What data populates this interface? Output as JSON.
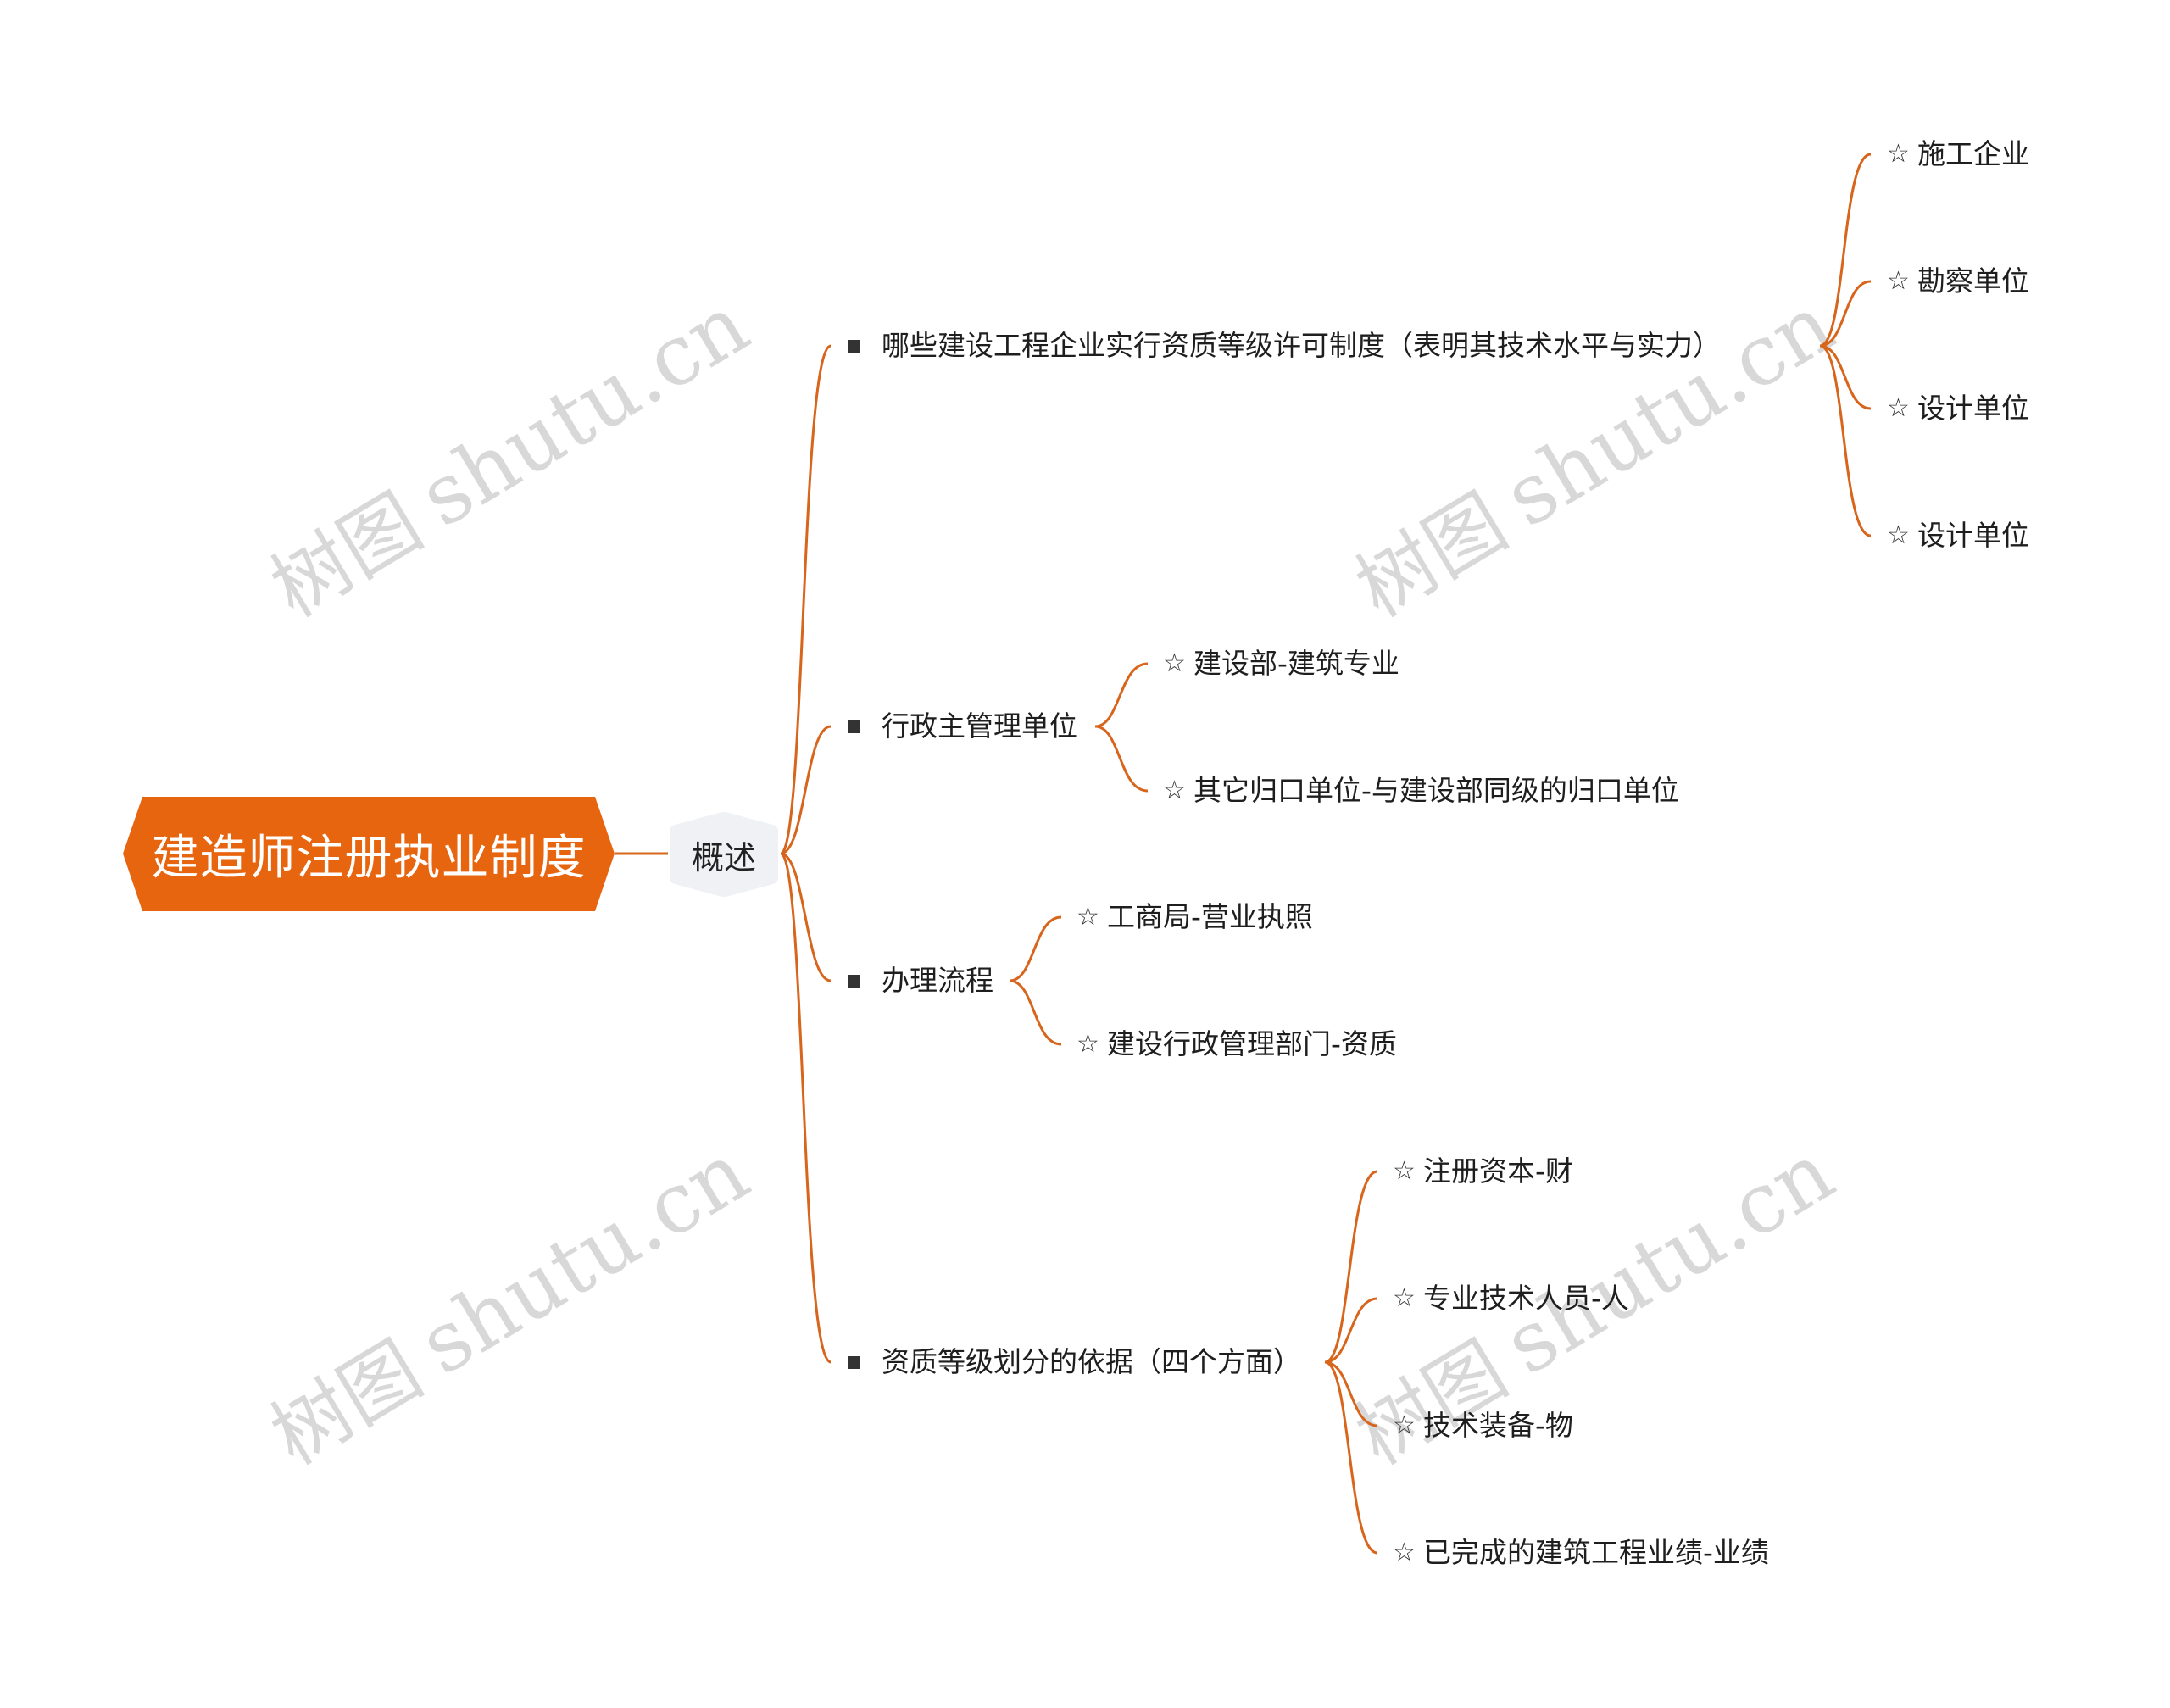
{
  "title": "建造师注册执业制度",
  "colors": {
    "root_fill": "#E8650F",
    "root_text": "#FFFFFF",
    "sub_fill": "#EFF1F4",
    "link": "#D7651C",
    "text": "#1E1E1E",
    "watermark": "#D8D8D8"
  },
  "watermark": {
    "cn": "树图",
    "en": "shutu.cn"
  },
  "root": {
    "label": "建造师注册执业制度"
  },
  "subtopic": {
    "label": "概述",
    "children": [
      {
        "label": "哪些建设工程企业实行资质等级许可制度（表明其技术水平与实力）",
        "icon": "square-bullet-icon",
        "children": [
          {
            "label": "施工企业",
            "icon": "star-outline-icon"
          },
          {
            "label": "勘察单位",
            "icon": "star-outline-icon"
          },
          {
            "label": "设计单位",
            "icon": "star-outline-icon"
          },
          {
            "label": "设计单位",
            "icon": "star-outline-icon"
          }
        ]
      },
      {
        "label": "行政主管理单位",
        "icon": "square-bullet-icon",
        "children": [
          {
            "label": "建设部-建筑专业",
            "icon": "star-outline-icon"
          },
          {
            "label": "其它归口单位-与建设部同级的归口单位",
            "icon": "star-outline-icon"
          }
        ]
      },
      {
        "label": "办理流程",
        "icon": "square-bullet-icon",
        "children": [
          {
            "label": "工商局-营业执照",
            "icon": "star-outline-icon"
          },
          {
            "label": "建设行政管理部门-资质",
            "icon": "star-outline-icon"
          }
        ]
      },
      {
        "label": "资质等级划分的依据（四个方面）",
        "icon": "square-bullet-icon",
        "children": [
          {
            "label": "注册资本-财",
            "icon": "star-outline-icon"
          },
          {
            "label": "专业技术人员-人",
            "icon": "star-outline-icon"
          },
          {
            "label": "技术装备-物",
            "icon": "star-outline-icon"
          },
          {
            "label": "已完成的建筑工程业绩-业绩",
            "icon": "star-outline-icon"
          }
        ]
      }
    ]
  },
  "glyphs": {
    "star": "☆"
  }
}
